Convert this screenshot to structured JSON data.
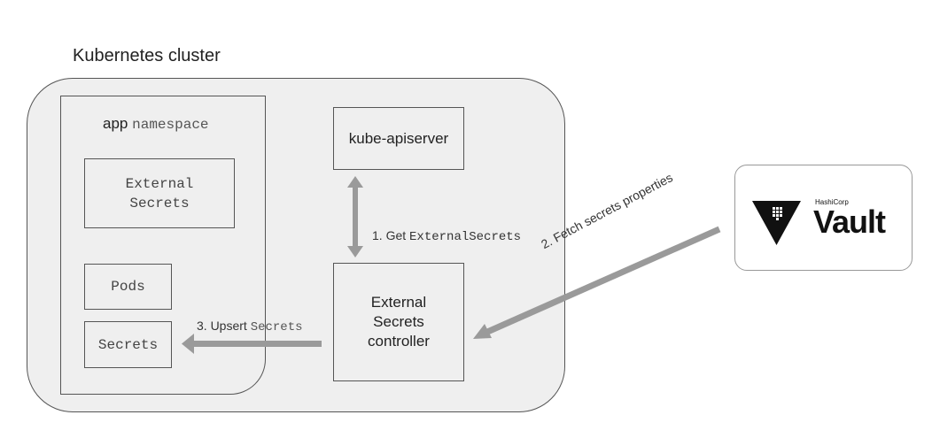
{
  "cluster": {
    "title": "Kubernetes cluster"
  },
  "namespace": {
    "title_word": "app",
    "title_mono": "namespace"
  },
  "nodes": {
    "external_secrets": {
      "line1": "External",
      "line2": "Secrets"
    },
    "pods": {
      "label": "Pods"
    },
    "secrets": {
      "label": "Secrets"
    },
    "kube_apiserver": {
      "label": "kube-apiserver"
    },
    "controller": {
      "line1": "External",
      "line2": "Secrets",
      "line3": "controller"
    }
  },
  "edges": {
    "get": {
      "prefix": "1. Get ",
      "mono": "ExternalSecrets"
    },
    "fetch": {
      "label": "2. Fetch secrets properties"
    },
    "upsert": {
      "prefix": "3. Upsert ",
      "mono": "Secrets"
    }
  },
  "vault": {
    "brand": "HashiCorp",
    "name": "Vault"
  },
  "colors": {
    "cluster_fill": "#efefef",
    "arrow": "#9a9a9a",
    "border": "#555555"
  }
}
